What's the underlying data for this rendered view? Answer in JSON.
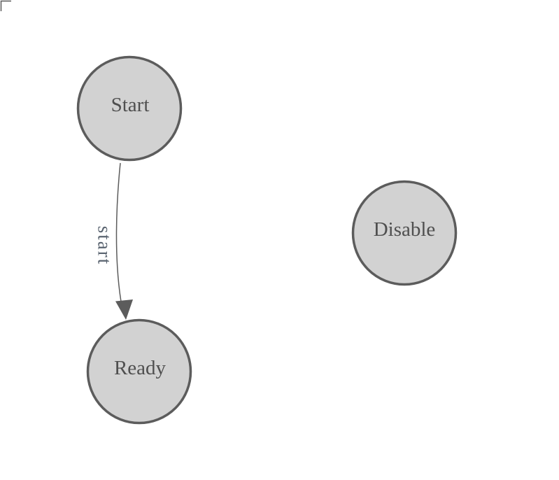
{
  "diagram": {
    "type": "state-machine",
    "colors": {
      "background": "#ffffff",
      "node_fill": "#d2d2d2",
      "node_stroke": "#5c5c5c",
      "node_label": "#4f4f4f",
      "edge_stroke": "#5c5c5c",
      "arrowhead_fill": "#5c5c5c",
      "edge_label": "#5a6470",
      "corner_mark": "#5a5a5a"
    },
    "nodes": [
      {
        "id": "start",
        "label": "Start"
      },
      {
        "id": "ready",
        "label": "Ready"
      },
      {
        "id": "disable",
        "label": "Disable"
      }
    ],
    "edges": [
      {
        "from": "start",
        "to": "ready",
        "label": "start"
      }
    ]
  }
}
